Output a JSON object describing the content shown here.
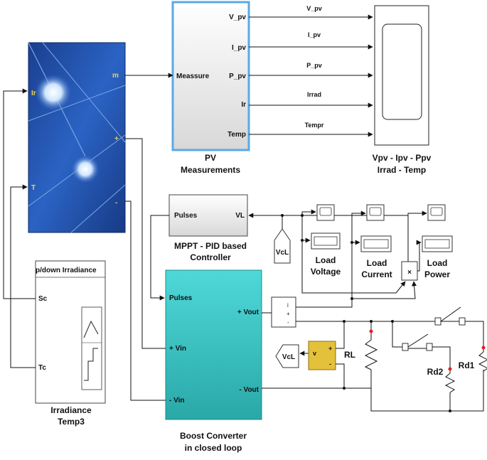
{
  "blocks": {
    "pv_panel": {
      "port_ir": "Ir",
      "port_t": "T",
      "port_m": "m",
      "port_plus": "+",
      "port_minus": "-"
    },
    "measurement": {
      "inport": "Meassure",
      "outports": [
        "V_pv",
        "I_pv",
        "P_pv",
        "Ir",
        "Temp"
      ],
      "caption_line1": "PV",
      "caption_line2": "Measurements"
    },
    "signal_labels": [
      "V_pv",
      "I_pv",
      "P_pv",
      "Irrad",
      "Tempr"
    ],
    "scope_main": {
      "caption_line1": "Vpv  -  Ipv  -  Ppv",
      "caption_line2": "Irrad  -  Temp"
    },
    "mppt": {
      "in_label": "Pulses",
      "out_label": "VL",
      "caption_line1": "MPPT - PID based",
      "caption_line2": "Controller"
    },
    "irradiance": {
      "title": "p/down Irradiance",
      "port_sc": "Sc",
      "port_tc": "Tc",
      "caption_line1": "Irradiance",
      "caption_line2": "Temp3"
    },
    "boost": {
      "port_pulses": "Pulses",
      "port_vin_plus": "+ Vin",
      "port_vin_minus": "- Vin",
      "port_vout_plus": "+ Vout",
      "port_vout_minus": "- Vout",
      "caption_line1": "Boost Converter",
      "caption_line2": "in closed loop"
    },
    "goto_vcl": "VcL",
    "from_vcl": "VcL",
    "voltmeter": {
      "port_v": "v",
      "port_plus": "+",
      "port_minus": "-"
    },
    "multiplier": "×",
    "load_voltage": {
      "line1": "Load",
      "line2": "Voltage"
    },
    "load_current": {
      "line1": "Load",
      "line2": "Current"
    },
    "load_power": {
      "line1": "Load",
      "line2": "Power"
    },
    "resistors": {
      "rl": "RL",
      "rd1": "Rd1",
      "rd2": "Rd2"
    }
  },
  "colors": {
    "pv_panel": "#1f4fa8",
    "measure_block": "#e6e6e6",
    "measure_border": "#5aa9e6",
    "boost_block": "#3cc9c9",
    "voltmeter": "#e3c13a",
    "source_red": "#e02020"
  }
}
